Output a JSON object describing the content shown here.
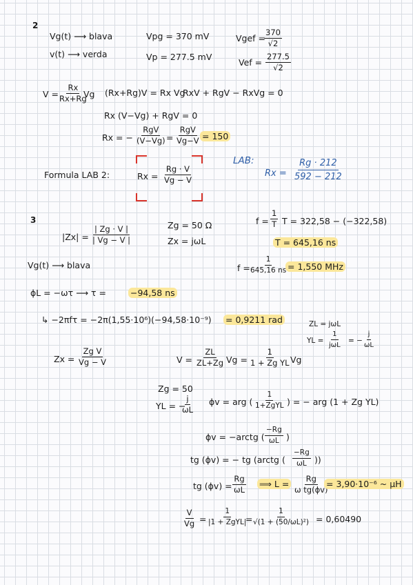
{
  "s2": {
    "num": "2",
    "vg_label": "Vg(t) ⟶ blava",
    "v_label": "v(t) ⟶ verda",
    "vpg": "Vpg = 370 mV",
    "vp": "Vp = 277.5 mV",
    "vgef_lhs": "Vgef =",
    "vgef_num": "370",
    "vgef_den": "√2",
    "vef_lhs": "Vef =",
    "vef_num": "277.5",
    "vef_den": "√2",
    "v_eq_lhs": "V =",
    "v_eq_num": "Rx",
    "v_eq_den": "Rx+Rg",
    "v_eq_tail": "Vg",
    "eq2": "(Rx+Rg)V = Rx Vg",
    "eq3": "RxV + RgV − RxVg = 0",
    "eq4": "Rx (V−Vg) + RgV = 0",
    "eq5_lhs": "Rx = −",
    "eq5_n1": "RgV",
    "eq5_d1": "(V−Vg)",
    "eq5_eq": "=",
    "eq5_n2": "RgV",
    "eq5_d2": "Vg−V",
    "eq5_res": "= 150",
    "formula_label": "Formula  LAB 2:",
    "formula_lhs": "Rx =",
    "formula_num": "Rg · V",
    "formula_den": "Vg − V",
    "lab_label": "LAB:",
    "lab_lhs": "Rx =",
    "lab_num": "Rg · 212",
    "lab_den": "592 − 212"
  },
  "s3": {
    "num": "3",
    "zx_lhs": "|Zx| =",
    "zx_num": "| Zg · V |",
    "zx_den": "| Vg − V |",
    "zg": "Zg = 50 Ω",
    "zx": "Zx = jωL",
    "f_lhs": "f =",
    "f_num": "1",
    "f_den": "T",
    "T_eq": "T = 322,58 − (−322,58)",
    "T_res": "T = 645,16 ns",
    "vg_label": "Vg(t) ⟶ blava",
    "f2_lhs": "f =",
    "f2_num": "1",
    "f2_den": "645,16 ns",
    "f2_res": "= 1,550 MHz",
    "phi_eq": "ϕL = −ωτ   ⟶ τ =",
    "phi_res": "−94,58 ns",
    "omega_eq": "↳  −2πfτ = −2π(1,55·10⁶)(−94,58·10⁻⁹)",
    "omega_res": "= 0,9211 rad",
    "zl": "ZL = jωL",
    "yl_lhs": "YL =",
    "yl_n1": "1",
    "yl_d1": "jωL",
    "yl_mid": "= −",
    "yl_n2": "j",
    "yl_d2": "ωL",
    "zxf_lhs": "Zx =",
    "zxf_num": "Zg V",
    "zxf_den": "Vg − V",
    "v2_lhs": "V =",
    "v2_n1": "ZL",
    "v2_d1": "ZL+Zg",
    "v2_mid": "Vg =",
    "v2_n2": "1",
    "v2_d2": "1 + Zg YL",
    "v2_tail": "Vg",
    "zg50": "Zg = 50",
    "yl2_lhs": "YL = −",
    "yl2_num": "j",
    "yl2_den": "ωL",
    "phiv_lhs": "ϕv = arg (",
    "phiv_num": "1",
    "phiv_den": "1+ZgYL",
    "phiv_tail": ") = − arg (1 + Zg YL)",
    "phiv2_lhs": "ϕv = −arctg (",
    "phiv2_num": "−Rg",
    "phiv2_den": "ωL",
    "phiv2_tail": ")",
    "tg_lhs": "tg (ϕv) = − tg (arctg (",
    "tg_num": "−Rg",
    "tg_den": "ωL",
    "tg_tail": "))",
    "tg2_lhs": "tg (ϕv) =",
    "tg2_num": "Rg",
    "tg2_den": "ωL",
    "tg2_arrow": "⟹  L =",
    "tg2_num2": "Rg",
    "tg2_den2": "ω tg(ϕv)",
    "L_res": "= 3,90·10⁻⁶ ~ μH",
    "vv_num": "V",
    "vv_den": "Vg",
    "vv_eq": "=",
    "vv_n1": "1",
    "vv_d1": "|1 + ZgYL|",
    "vv_eq2": "=",
    "vv_n2": "1",
    "vv_d2": "√(1 + (50/ωL)²)",
    "vv_res": "= 0,60490"
  },
  "colors": {
    "highlight": "#fbe79a",
    "ink": "#1a1a1a",
    "blue_ink": "#2f5fa8",
    "red_bracket": "#d9342b",
    "grid": "#d9dde3"
  }
}
